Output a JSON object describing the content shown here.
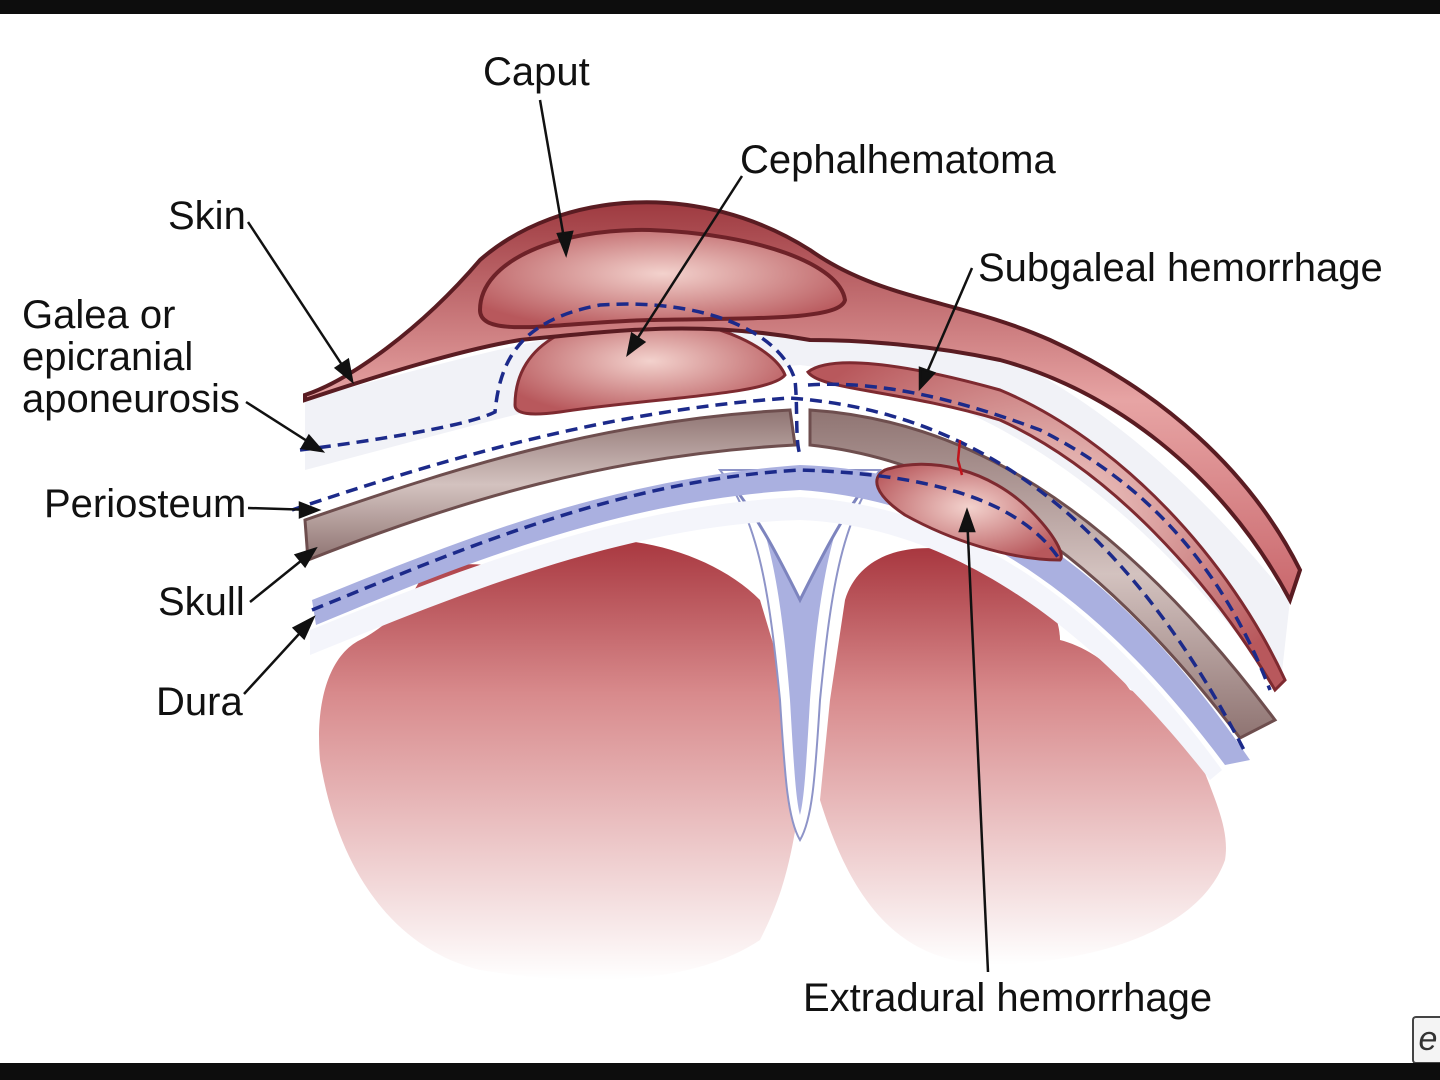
{
  "labels": {
    "caput": "Caput",
    "cephalhematoma": "Cephalhematoma",
    "skin": "Skin",
    "subgaleal": "Subgaleal hemorrhage",
    "galea": "Galea or\nepicranial\naponeurosis",
    "periosteum": "Periosteum",
    "skull": "Skull",
    "dura": "Dura",
    "extradural": "Extradural hemorrhage"
  },
  "colors": {
    "skin": "#c97a7e",
    "skin_dark": "#7e2a30",
    "hematoma": "#d99a98",
    "bone": "#b59c99",
    "dura": "#aab0e0",
    "periosteum_line": "#1c2a8a",
    "brain": "#b8494f",
    "frame": "#0d0d0d"
  },
  "corner_glyph": "e"
}
